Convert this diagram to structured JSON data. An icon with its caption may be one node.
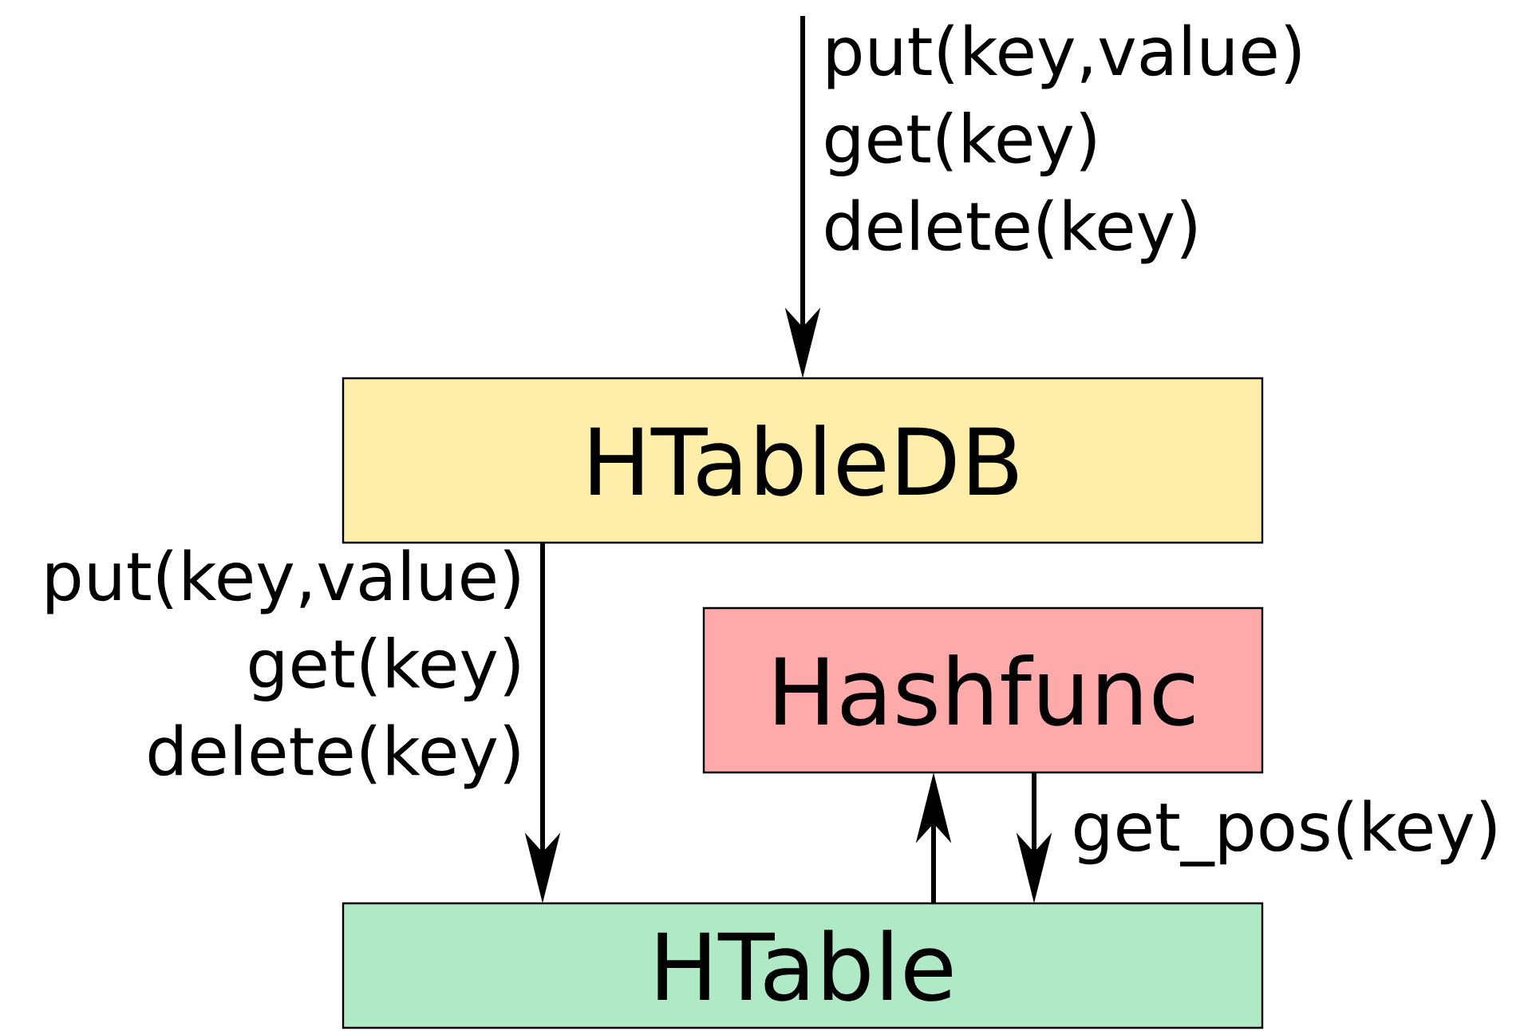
{
  "diagram": {
    "nodes": [
      {
        "text": [
          "HTableDB"
        ]
      },
      {
        "text": [
          "Hashfunc"
        ]
      },
      {
        "text": [
          "HTable"
        ]
      }
    ],
    "edges": [
      {
        "from": null,
        "to": 0,
        "arrow": "to",
        "label": "put(key,value) get(key) delete(key)"
      },
      {
        "from": 0,
        "to": 2,
        "arrow": "to",
        "label": "put(key,value) get(key) delete(key)"
      },
      {
        "from": 2,
        "to": 1,
        "arrow": "to"
      },
      {
        "from": 1,
        "to": 2,
        "arrow": "to",
        "label": "get_pos(key)"
      }
    ]
  }
}
